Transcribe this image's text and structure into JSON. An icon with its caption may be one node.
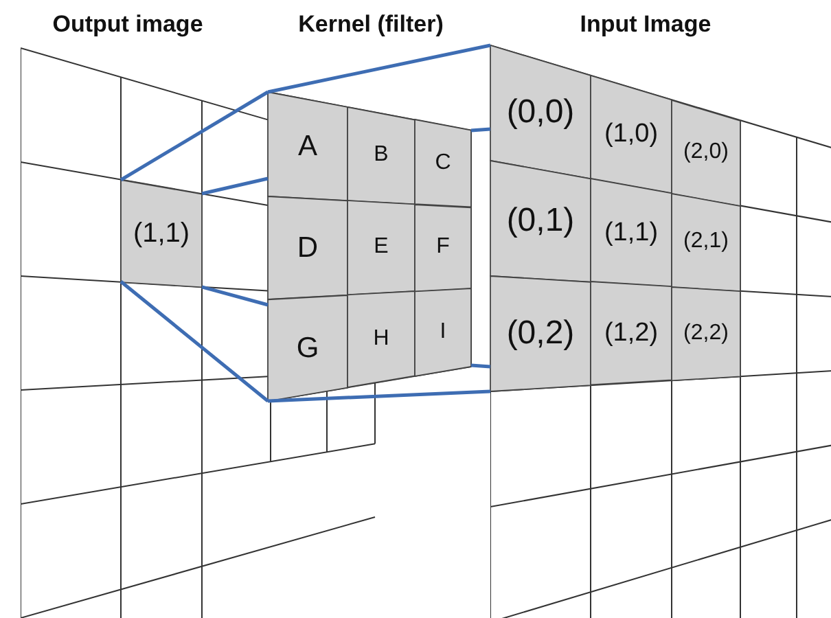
{
  "diagram": {
    "nodes": [
      {
        "text": [
          "Output image"
        ]
      },
      {
        "text": [
          "(1,1)"
        ],
        "in": 0
      },
      {
        "text": [
          "Kernel (filter)"
        ]
      },
      {
        "text": [
          "A"
        ],
        "in": 2
      },
      {
        "text": [
          "B"
        ],
        "in": 2
      },
      {
        "text": [
          "C"
        ],
        "in": 2
      },
      {
        "text": [
          "D"
        ],
        "in": 2
      },
      {
        "text": [
          "E"
        ],
        "in": 2
      },
      {
        "text": [
          "F"
        ],
        "in": 2
      },
      {
        "text": [
          "G"
        ],
        "in": 2
      },
      {
        "text": [
          "H"
        ],
        "in": 2
      },
      {
        "text": [
          "I"
        ],
        "in": 2
      },
      {
        "text": [
          "Input Image"
        ]
      },
      {
        "text": [
          "(0,0)"
        ],
        "in": 12
      },
      {
        "text": [
          "(1,0)"
        ],
        "in": 12
      },
      {
        "text": [
          "(2,0)"
        ],
        "in": 12
      },
      {
        "text": [
          "(0,1)"
        ],
        "in": 12
      },
      {
        "text": [
          "(1,1)"
        ],
        "in": 12
      },
      {
        "text": [
          "(2,1)"
        ],
        "in": 12
      },
      {
        "text": [
          "(0,2)"
        ],
        "in": 12
      },
      {
        "text": [
          "(1,2)"
        ],
        "in": 12
      },
      {
        "text": [
          "(2,2)"
        ],
        "in": 12
      }
    ],
    "edges": [
      {
        "from": 1,
        "to": 2,
        "arrow": "none"
      },
      {
        "from": 1,
        "to": 2,
        "arrow": "none"
      },
      {
        "from": 1,
        "to": 2,
        "arrow": "none"
      },
      {
        "from": 1,
        "to": 2,
        "arrow": "none"
      },
      {
        "from": 2,
        "to": 12,
        "arrow": "none"
      },
      {
        "from": 2,
        "to": 12,
        "arrow": "none"
      },
      {
        "from": 2,
        "to": 12,
        "arrow": "none"
      },
      {
        "from": 2,
        "to": 12,
        "arrow": "none"
      }
    ]
  }
}
